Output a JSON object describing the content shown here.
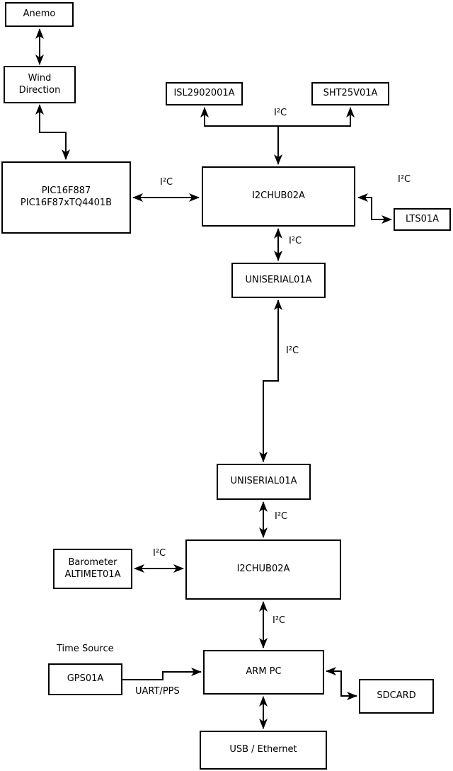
{
  "diagram": {
    "background_color": "#ffffff",
    "line_color": "#000000",
    "box_fill_color": "#ffffff",
    "box_border_color": "#000000",
    "nodes": {
      "anemo": {
        "label": "Anemo"
      },
      "wind_direction": {
        "line1": "Wind",
        "line2": "Direction"
      },
      "pic": {
        "line1": "PIC16F887",
        "line2": "PIC16F87xTQ4401B"
      },
      "isl": {
        "label": "ISL2902001A"
      },
      "sht": {
        "label": "SHT25V01A"
      },
      "hub1": {
        "label": "I2CHUB02A"
      },
      "lts": {
        "label": "LTS01A"
      },
      "uniserial1": {
        "label": "UNISERIAL01A"
      },
      "uniserial2": {
        "label": "UNISERIAL01A"
      },
      "hub2": {
        "label": "I2CHUB02A"
      },
      "barometer": {
        "line1": "Barometer",
        "line2": "ALTIMET01A"
      },
      "arm_pc": {
        "label": "ARM PC"
      },
      "gps": {
        "label": "GPS01A"
      },
      "sdcard": {
        "label": "SDCARD"
      },
      "usb_ethernet": {
        "label": "USB / Ethernet"
      }
    },
    "edge_labels": {
      "i2c": "I²C",
      "uart_pps": "UART/PPS",
      "time_source": "Time Source"
    }
  }
}
